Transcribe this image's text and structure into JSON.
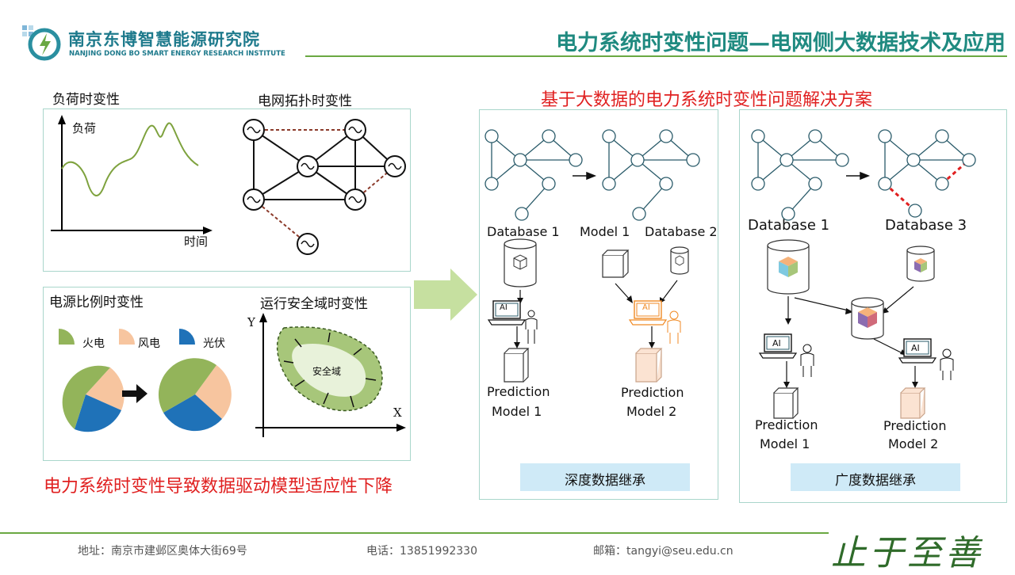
{
  "header": {
    "org_cn": "南京东博智慧能源研究院",
    "org_en": "NANJING DONG BO SMART ENERGY RESEARCH INSTITUTE",
    "title": "电力系统时变性问题—电网侧大数据技术及应用",
    "title_color": "#1f8a80",
    "rule_color": "#6aa842"
  },
  "left": {
    "load_title": "负荷时变性",
    "topology_title": "电网拓扑时变性",
    "load_ylabel": "负荷",
    "load_xlabel": "时间",
    "mix_title": "电源比例时变性",
    "legend_thermal": "火电",
    "legend_wind": "风电",
    "legend_solar": "光伏",
    "security_title": "运行安全域时变性",
    "axis_y": "Y",
    "axis_x": "X",
    "security_region": "安全域",
    "conclusion": "电力系统时变性导致数据驱动模型适应性下降",
    "colors": {
      "thermal": "#93b45a",
      "wind": "#f7c59f",
      "solar": "#1f72b8",
      "red": "#e02020"
    }
  },
  "right": {
    "title": "基于大数据的电力系统时变性问题解决方案",
    "depth": {
      "db1": "Database 1",
      "model1": "Model 1",
      "db2": "Database 2",
      "ai": "AI",
      "pred1_l1": "Prediction",
      "pred1_l2": "Model 1",
      "pred2_l1": "Prediction",
      "pred2_l2": "Model 2",
      "footer": "深度数据继承"
    },
    "breadth": {
      "db1": "Database 1",
      "db3": "Database 3",
      "ai": "AI",
      "pred1_l1": "Prediction",
      "pred1_l2": "Model 1",
      "pred2_l1": "Prediction",
      "pred2_l2": "Model 2",
      "footer": "广度数据继承"
    },
    "footer_bg": "#cfeaf7"
  },
  "footer": {
    "address": "地址：南京市建邺区奥体大街69号",
    "phone": "电话：13851992330",
    "email": "邮箱：tangyi@seu.edu.cn",
    "motto": "止于至善"
  }
}
